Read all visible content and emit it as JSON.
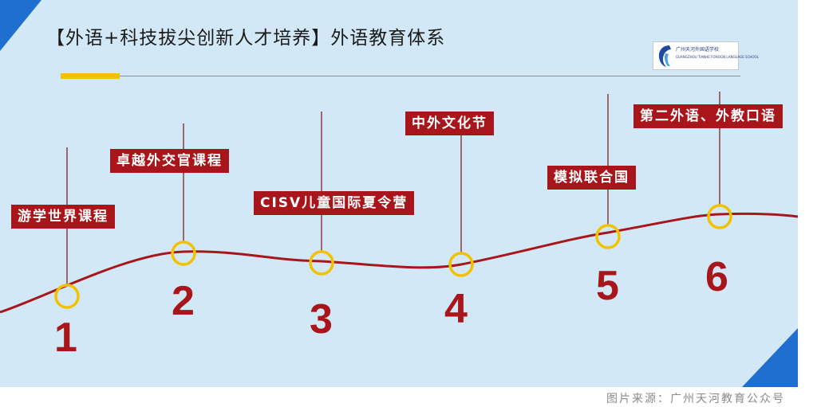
{
  "slide": {
    "title": "【外语+科技拔尖创新人才培养】外语教育体系",
    "logo": {
      "name": "广州天河外国语学校",
      "english": "GUANGZHOU TIANHE FOREIGN LANGUAGE SCHOOL",
      "icon": "school-emblem-icon"
    },
    "colors": {
      "background": "#d3e8f6",
      "curve": "#a8161b",
      "marker": "#f2c200",
      "corner": "#1e6fd0"
    }
  },
  "milestones": [
    {
      "number": "1",
      "label": "游学世界课程"
    },
    {
      "number": "2",
      "label": "卓越外交官课程"
    },
    {
      "number": "3",
      "label": "CISV儿童国际夏令营"
    },
    {
      "number": "4",
      "label": "中外文化节"
    },
    {
      "number": "5",
      "label": "模拟联合国"
    },
    {
      "number": "6",
      "label": "第二外语、外教口语"
    }
  ],
  "caption": "图片来源：广州天河教育公众号"
}
